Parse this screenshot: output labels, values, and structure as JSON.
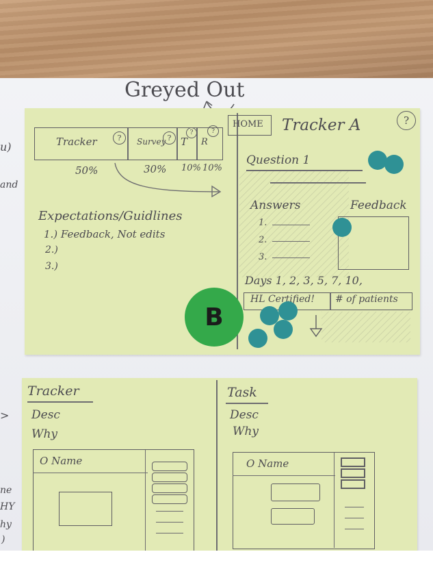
{
  "heading": "Greyed Out",
  "margin_fragments": [
    "u)",
    "and",
    ">",
    "ne",
    "HY",
    "hy",
    ")"
  ],
  "top_note": {
    "tabs": [
      "Tracker",
      "Survey",
      "T",
      "R"
    ],
    "percents": [
      "50%",
      "30%",
      "10%",
      "10%"
    ],
    "guidelines_title": "Expectations/Guidlines",
    "guidelines": [
      "1.) Feedback, Not edits",
      "2.)",
      "3.)"
    ],
    "home_label": "HOME",
    "title": "Tracker A",
    "help_icon": "?",
    "question": "Question 1",
    "answers_label": "Answers",
    "answers": [
      "1.",
      "2.",
      "3."
    ],
    "feedback_label": "Feedback",
    "days": "Days 1, 2, 3, 5, 7, 10,",
    "hl_certified": "HL Certified!",
    "patients": "# of patients",
    "sticker_letter": "B"
  },
  "bottom_note": {
    "left": {
      "title": "Tracker",
      "desc": "Desc",
      "why": "Why",
      "radio_label": "O Name"
    },
    "right": {
      "title": "Task",
      "desc": "Desc",
      "why": "Why",
      "radio_label": "O Name"
    }
  },
  "colors": {
    "note": "#e2eab5",
    "sticker": "#34a94a",
    "dot": "#2f9195",
    "pencil": "#555459"
  }
}
